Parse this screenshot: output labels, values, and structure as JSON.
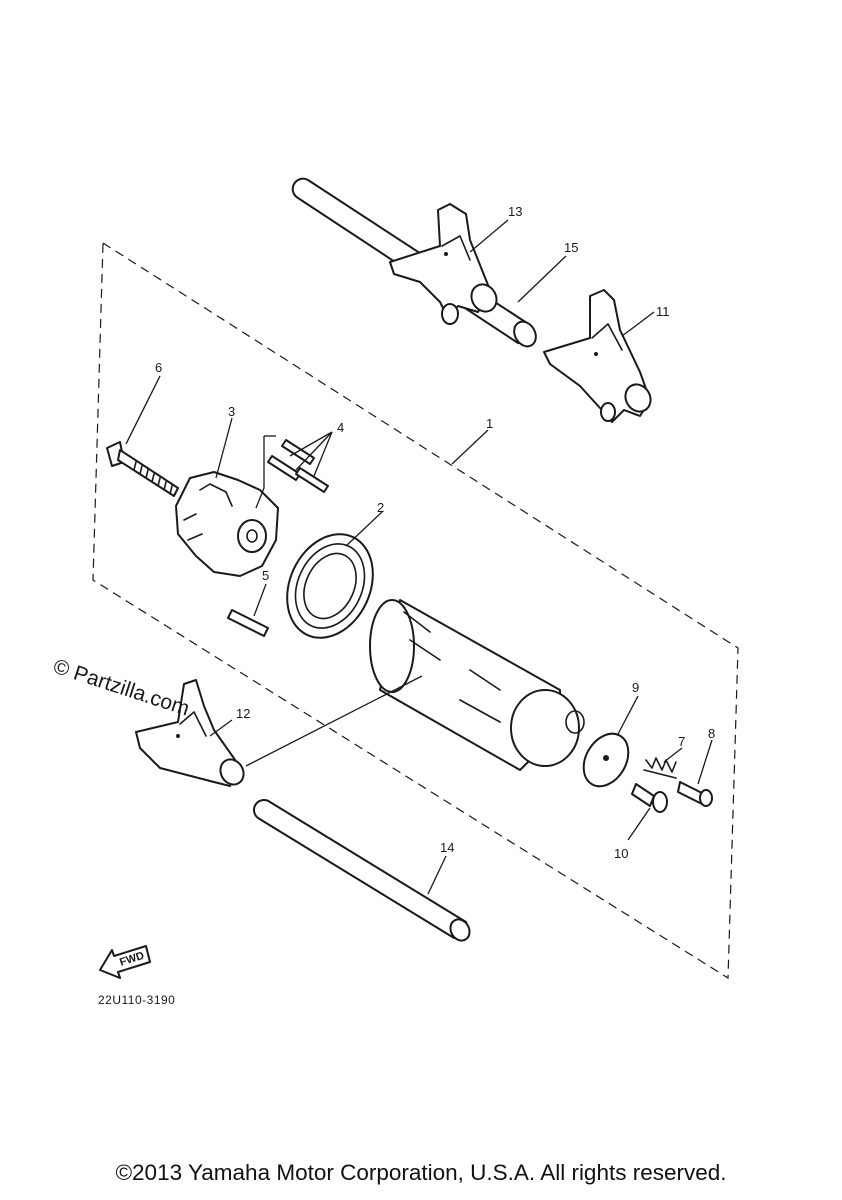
{
  "watermark": "© Partzilla.com",
  "diagram_code": "22U110-3190",
  "fwd_label": "FWD",
  "copyright": "©2013 Yamaha Motor Corporation, U.S.A. All rights reserved.",
  "callouts": {
    "c1": "1",
    "c2": "2",
    "c3": "3",
    "c4": "4",
    "c5": "5",
    "c6": "6",
    "c7": "7",
    "c8": "8",
    "c9": "9",
    "c10": "10",
    "c11": "11",
    "c12": "12",
    "c13": "13",
    "c14": "14",
    "c15": "15"
  }
}
